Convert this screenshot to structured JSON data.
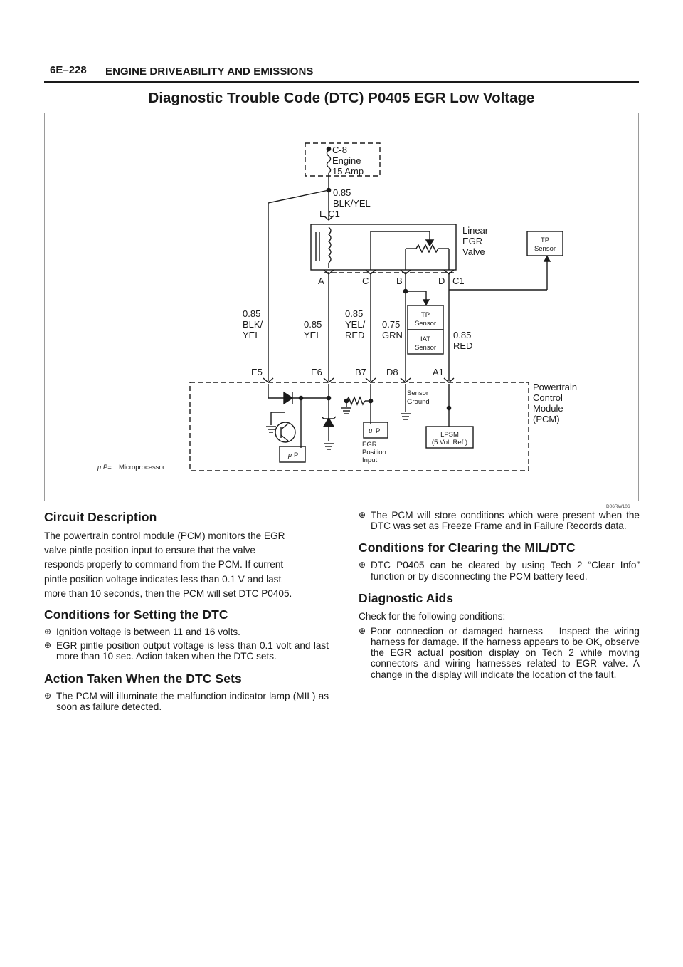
{
  "header": {
    "page_number": "6E–228",
    "section": "ENGINE DRIVEABILITY AND EMISSIONS"
  },
  "page_title": "Diagnostic Trouble Code (DTC) P0405 EGR Low Voltage",
  "diagram": {
    "fuse": {
      "line1": "C-8",
      "line2": "Engine",
      "line3": "15 Amp"
    },
    "wire_top": {
      "gauge": "0.85",
      "color": "BLK/YEL"
    },
    "egr_top_pins": "E C1",
    "valve_label": {
      "line1": "Linear",
      "line2": "EGR",
      "line3": "Valve"
    },
    "tp_sensor_remote": {
      "line1": "TP",
      "line2": "Sensor"
    },
    "egr_pins": {
      "a": "A",
      "c": "C",
      "b": "B",
      "d": "D",
      "conn": "C1"
    },
    "wires": {
      "w1": {
        "gauge": "0.85",
        "line1": "BLK/",
        "line2": "YEL"
      },
      "w2": {
        "gauge": "0.85",
        "line1": "YEL"
      },
      "w3": {
        "gauge": "0.85",
        "line1": "YEL/",
        "line2": "RED"
      },
      "w4": {
        "gauge": "0.75",
        "line1": "GRN"
      },
      "w5": {
        "gauge": "0.85",
        "line1": "RED"
      }
    },
    "tp_sensor": {
      "line1": "TP",
      "line2": "Sensor"
    },
    "iat_sensor": {
      "line1": "IAT",
      "line2": "Sensor"
    },
    "pcm_pins": {
      "e5": "E5",
      "e6": "E6",
      "b7": "B7",
      "d8": "D8",
      "a1": "A1"
    },
    "pcm_label": {
      "line1": "Powertrain",
      "line2": "Control",
      "line3": "Module",
      "line4": "(PCM)"
    },
    "sensor_ground": {
      "line1": "Sensor",
      "line2": "Ground"
    },
    "micro_symbol": "μ",
    "micro_p": "P",
    "egr_input": {
      "line1": "EGR",
      "line2": "Position",
      "line3": "Input"
    },
    "lpsm": {
      "line1": "LPSM",
      "line2": "(5 Volt Ref.)"
    },
    "legend": {
      "key": "μ P=",
      "text": "Microprocessor"
    }
  },
  "diagram_id": "D06RW106",
  "left_column": {
    "circuit_description": {
      "heading": "Circuit Description",
      "line1": "The powertrain control module (PCM) monitors the EGR",
      "line2": "valve pintle position input to ensure that the valve",
      "line3": "responds properly to command from the PCM. If current",
      "line4": "pintle  position voltage indicates less than 0.1 V and last",
      "line5": "more than 10 seconds, then the PCM will set DTC P0405."
    },
    "setting_conditions": {
      "heading": "Conditions for Setting the DTC",
      "item1": "Ignition voltage is between 11 and 16 volts.",
      "item2": "EGR pintle position output voltage is less than 0.1 volt and last more than 10 sec. Action taken when the DTC sets."
    },
    "action_taken": {
      "heading": "Action Taken When the DTC Sets",
      "item1": "The PCM will illuminate the malfunction indicator lamp (MIL) as soon as failure detected."
    }
  },
  "right_column": {
    "action_cont": {
      "item1": "The PCM will store conditions which were present when the DTC was set as Freeze Frame and in Failure Records data."
    },
    "clearing": {
      "heading": "Conditions for Clearing the MIL/DTC",
      "item1": "DTC P0405 can be cleared by using Tech 2 “Clear Info” function or by disconnecting the PCM battery feed."
    },
    "diagnostic_aids": {
      "heading": "Diagnostic Aids",
      "intro": "Check for the following conditions:",
      "item1": "Poor connection or damaged harness – Inspect the wiring harness for damage. If the harness appears to be OK, observe the EGR actual position display on Tech 2 while moving connectors and wiring harnesses related to EGR valve. A change in the display will indicate the location of the fault."
    }
  },
  "bullet_symbol": "⊕"
}
